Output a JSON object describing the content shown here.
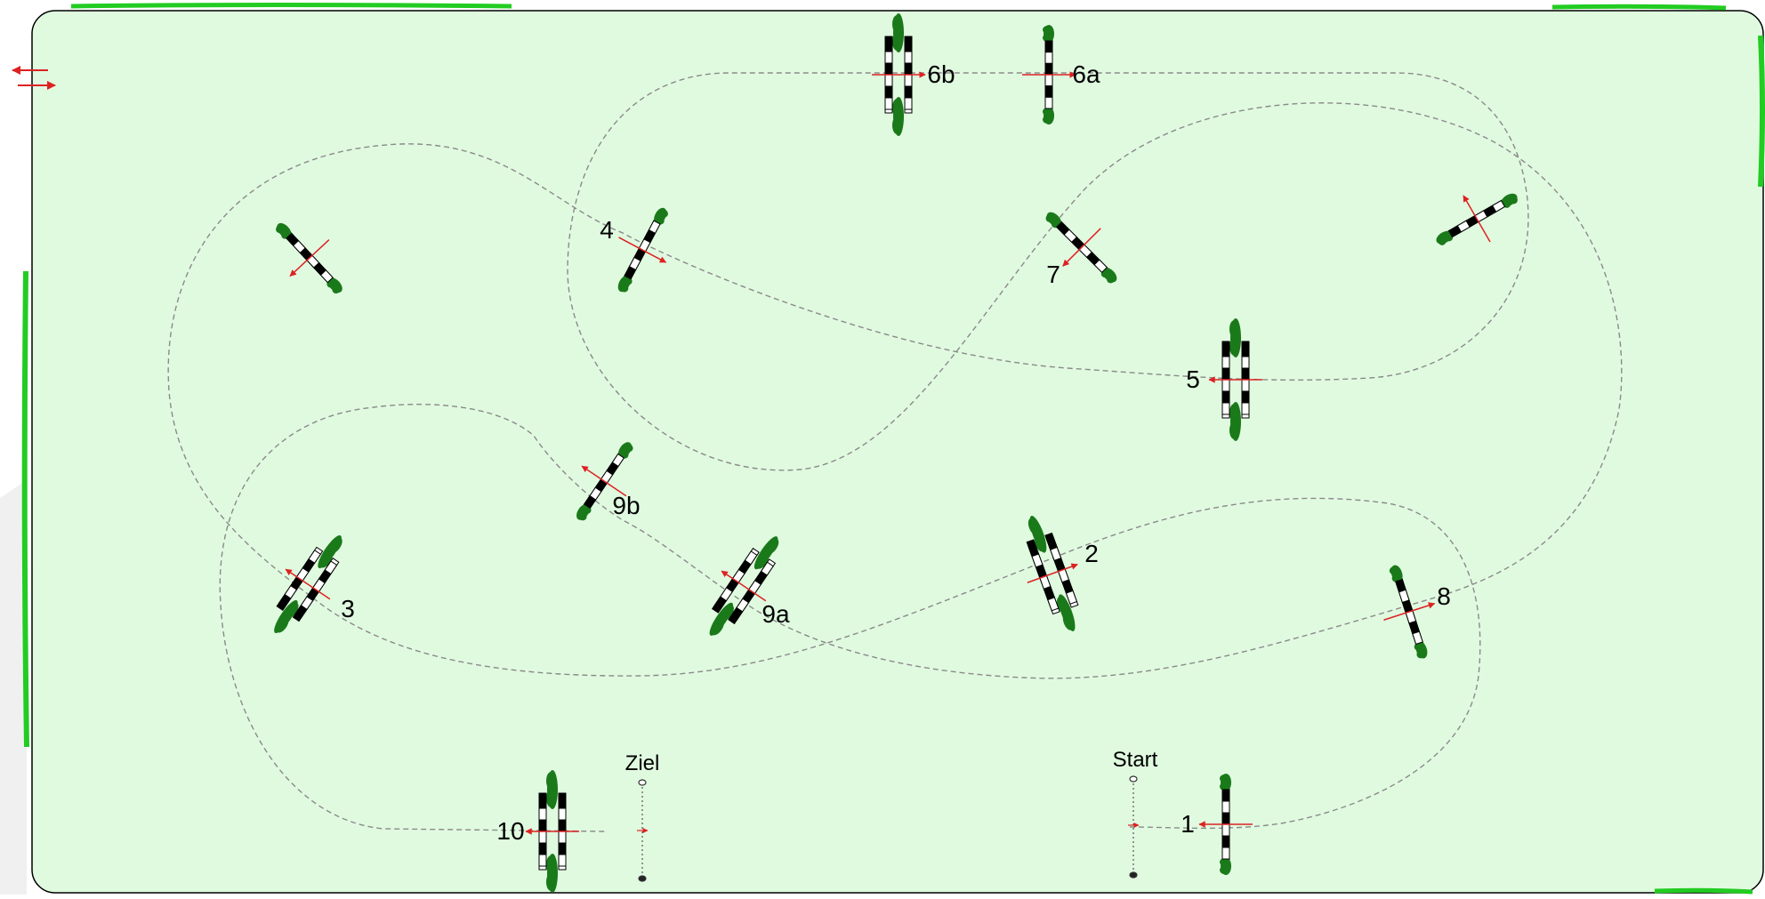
{
  "arena": {
    "surface_color": "#e0fae0",
    "border_color": "#000000",
    "hedge_color": "#22cc22"
  },
  "colors": {
    "pole_dark": "#000000",
    "pole_light": "#ffffff",
    "standard_green": "#1a7a1a",
    "arrow_red": "#dd2222",
    "course_line": "#8a8a8a"
  },
  "icons": {
    "entry_exit": "double-arrow-icon"
  },
  "obstacles": [
    {
      "id": "fence-1",
      "label": "1",
      "kind": "vertical"
    },
    {
      "id": "fence-2",
      "label": "2",
      "kind": "oxer"
    },
    {
      "id": "fence-3",
      "label": "3",
      "kind": "oxer"
    },
    {
      "id": "fence-4",
      "label": "4",
      "kind": "vertical"
    },
    {
      "id": "fence-5",
      "label": "5",
      "kind": "oxer"
    },
    {
      "id": "fence-6a",
      "label": "6a",
      "kind": "vertical"
    },
    {
      "id": "fence-6b",
      "label": "6b",
      "kind": "oxer"
    },
    {
      "id": "fence-7",
      "label": "7",
      "kind": "vertical"
    },
    {
      "id": "fence-8",
      "label": "8",
      "kind": "vertical"
    },
    {
      "id": "fence-9a",
      "label": "9a",
      "kind": "oxer"
    },
    {
      "id": "fence-9b",
      "label": "9b",
      "kind": "vertical"
    },
    {
      "id": "fence-10",
      "label": "10",
      "kind": "oxer"
    },
    {
      "id": "spare-a",
      "label": "",
      "kind": "vertical"
    },
    {
      "id": "spare-b",
      "label": "",
      "kind": "vertical"
    }
  ],
  "start_line": {
    "label": "Start"
  },
  "finish_line": {
    "label": "Ziel"
  }
}
